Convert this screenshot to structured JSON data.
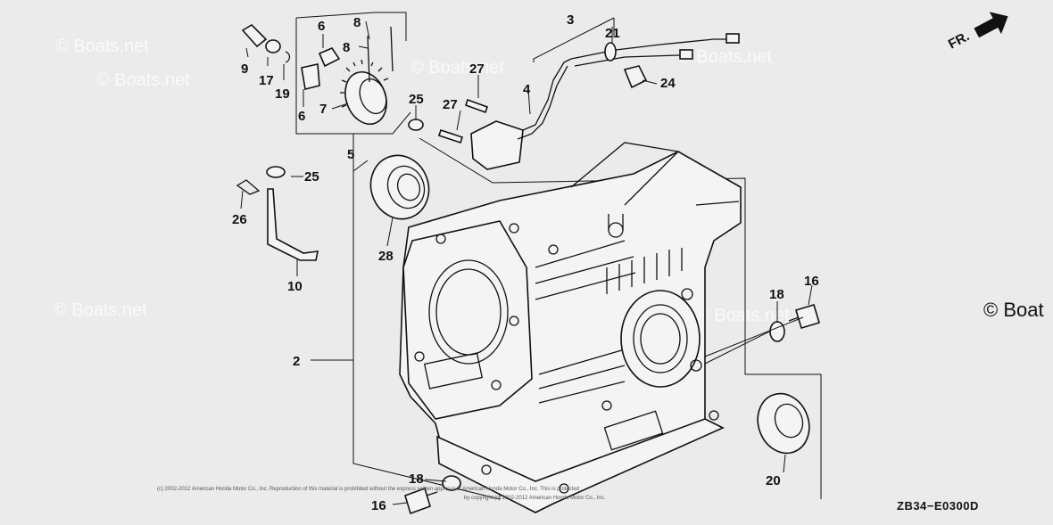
{
  "diagram": {
    "drawing_code": "ZB34−E0300D",
    "direction_label": "FR.",
    "watermarks": [
      "© Boats.net",
      "© Boats.net",
      "© Boats.net",
      "© Boats.net",
      "© Boats.net",
      "© Boats.net",
      "© Boat"
    ],
    "copyright_line1": "(c) 2002-2012 American Honda Motor Co., Inc. Reproduction of this material is prohibited without the express written approval of American Honda Motor Co., Inc. This is protected",
    "copyright_line2": "by copyright (c) 2002-2012 American Honda Motor Co., Inc.",
    "callouts": [
      {
        "id": "c1",
        "text": "2"
      },
      {
        "id": "c2",
        "text": "3"
      },
      {
        "id": "c3",
        "text": "4"
      },
      {
        "id": "c4",
        "text": "5"
      },
      {
        "id": "c5",
        "text": "6"
      },
      {
        "id": "c6",
        "text": "6"
      },
      {
        "id": "c7",
        "text": "7"
      },
      {
        "id": "c8",
        "text": "8"
      },
      {
        "id": "c9",
        "text": "8"
      },
      {
        "id": "c10",
        "text": "9"
      },
      {
        "id": "c11",
        "text": "10"
      },
      {
        "id": "c12",
        "text": "16"
      },
      {
        "id": "c13",
        "text": "16"
      },
      {
        "id": "c14",
        "text": "17"
      },
      {
        "id": "c15",
        "text": "18"
      },
      {
        "id": "c16",
        "text": "18"
      },
      {
        "id": "c17",
        "text": "19"
      },
      {
        "id": "c18",
        "text": "20"
      },
      {
        "id": "c19",
        "text": "21"
      },
      {
        "id": "c20",
        "text": "24"
      },
      {
        "id": "c21",
        "text": "25"
      },
      {
        "id": "c22",
        "text": "25"
      },
      {
        "id": "c23",
        "text": "26"
      },
      {
        "id": "c24",
        "text": "27"
      },
      {
        "id": "c25",
        "text": "27"
      },
      {
        "id": "c26",
        "text": "28"
      }
    ]
  }
}
